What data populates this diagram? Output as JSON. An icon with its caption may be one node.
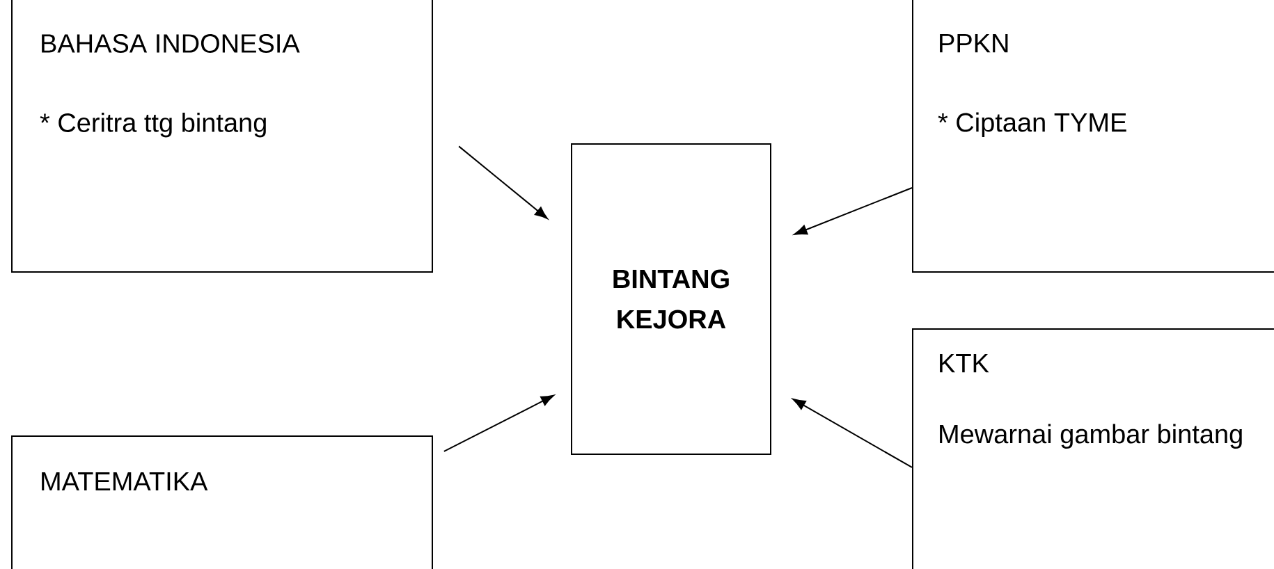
{
  "diagram": {
    "nodes": [
      {
        "text": [
          "BAHASA INDONESIA",
          "* Ceritra ttg bintang"
        ]
      },
      {
        "text": [
          "PPKN",
          "* Ciptaan TYME"
        ]
      },
      {
        "text": [
          "BINTANG KEJORA"
        ]
      },
      {
        "text": [
          "KTK",
          "Mewarnai gambar bintang"
        ]
      },
      {
        "text": [
          "MATEMATIKA"
        ]
      }
    ],
    "edges": [
      {
        "from": 0,
        "to": 2,
        "arrow": "to"
      },
      {
        "from": 1,
        "to": 2,
        "arrow": "to"
      },
      {
        "from": 3,
        "to": 2,
        "arrow": "to"
      },
      {
        "from": 4,
        "to": 2,
        "arrow": "to"
      }
    ]
  }
}
